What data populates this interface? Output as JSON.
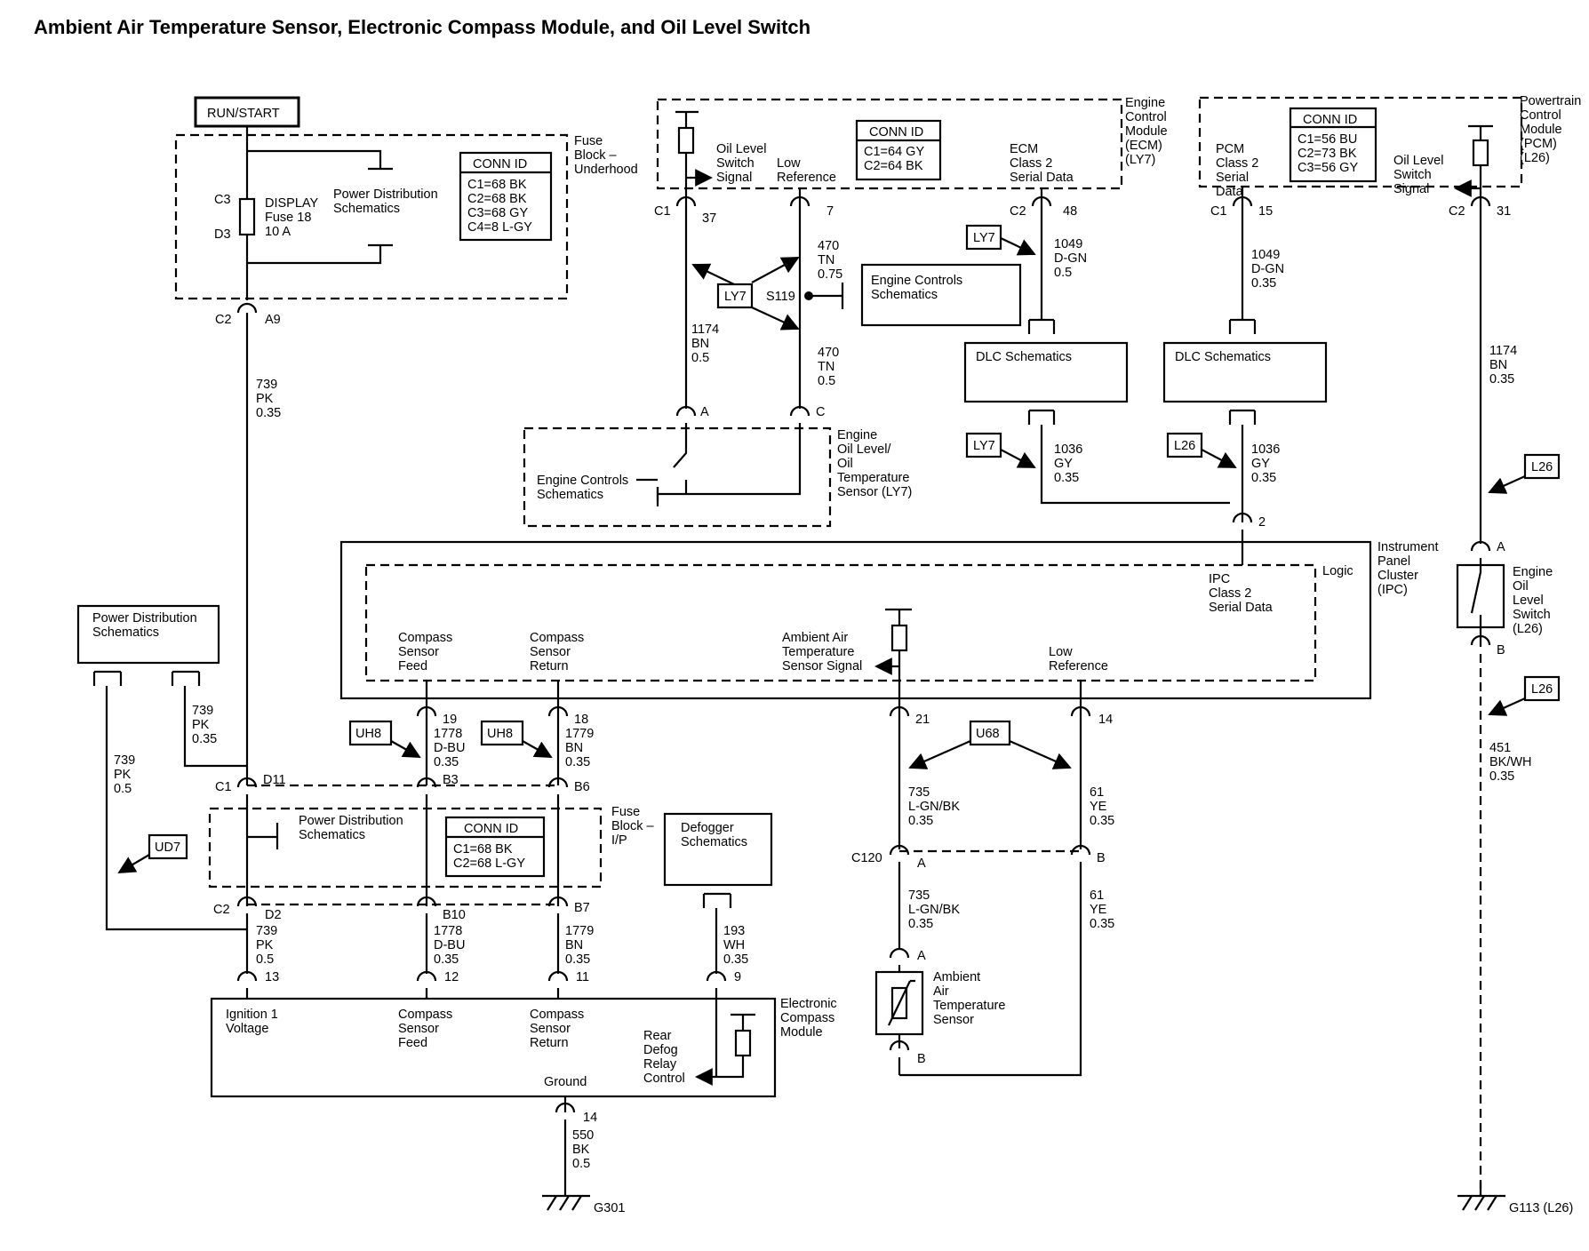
{
  "title": "Ambient Air Temperature Sensor, Electronic Compass Module, and Oil Level Switch",
  "run_start": "RUN/START",
  "fuse_block_underhood": {
    "label": [
      "Fuse",
      "Block –",
      "Underhood"
    ],
    "fuse": [
      "DISPLAY",
      "Fuse 18",
      "10 A"
    ],
    "c3": "C3",
    "d3": "D3",
    "pd_ref": [
      "Power Distribution",
      "Schematics"
    ],
    "conn_title": "CONN ID",
    "conn": [
      "C1=68 BK",
      "C2=68 BK",
      "C3=68 GY",
      "C4=8 L-GY"
    ],
    "out_conn": "C2",
    "out_pin": "A9"
  },
  "wire_739_top": [
    "739",
    "PK",
    "0.35"
  ],
  "ecm": {
    "label": [
      "Engine",
      "Control",
      "Module",
      "(ECM)",
      "(LY7)"
    ],
    "conn_title": "CONN ID",
    "conn": [
      "C1=64 GY",
      "C2=64 BK"
    ],
    "oil_signal": [
      "Oil Level",
      "Switch",
      "Signal"
    ],
    "low_ref": [
      "Low",
      "Reference"
    ],
    "class2": [
      "ECM",
      "Class 2",
      "Serial Data"
    ],
    "c1": "C1",
    "p37": "37",
    "p7": "7",
    "c2": "C2",
    "p48": "48"
  },
  "pcm": {
    "label": [
      "Powertrain",
      "Control",
      "Module",
      "(PCM)",
      "(L26)"
    ],
    "conn_title": "CONN ID",
    "conn": [
      "C1=56 BU",
      "C2=73 BK",
      "C3=56 GY"
    ],
    "class2": [
      "PCM",
      "Class 2",
      "Serial",
      "Data"
    ],
    "oil_signal": [
      "Oil Level",
      "Switch",
      "Signal"
    ],
    "c1": "C1",
    "p15": "15",
    "c2": "C2",
    "p31": "31"
  },
  "ly7": "LY7",
  "l26": "L26",
  "s119": "S119",
  "wire_470a": [
    "470",
    "TN",
    "0.75"
  ],
  "wire_470b": [
    "470",
    "TN",
    "0.5"
  ],
  "wire_1174a": [
    "1174",
    "BN",
    "0.5"
  ],
  "engine_controls_ref": [
    "Engine Controls",
    "Schematics"
  ],
  "oil_sensor": {
    "pin_a": "A",
    "pin_c": "C",
    "label": [
      "Engine",
      "Oil Level/",
      "Oil",
      "Temperature",
      "Sensor (LY7)"
    ],
    "ref": [
      "Engine Controls",
      "Schematics"
    ]
  },
  "wire_1049a": [
    "1049",
    "D-GN",
    "0.5"
  ],
  "wire_1049b": [
    "1049",
    "D-GN",
    "0.35"
  ],
  "dlc": "DLC Schematics",
  "wire_1036a": [
    "1036",
    "GY",
    "0.35"
  ],
  "wire_1036b": [
    "1036",
    "GY",
    "0.35"
  ],
  "wire_1174b": [
    "1174",
    "BN",
    "0.35"
  ],
  "ipc": {
    "pin2": "2",
    "label": [
      "Instrument",
      "Panel",
      "Cluster",
      "(IPC)"
    ],
    "logic": "Logic",
    "class2": [
      "IPC",
      "Class 2",
      "Serial Data"
    ],
    "csf": [
      "Compass",
      "Sensor",
      "Feed"
    ],
    "csr": [
      "Compass",
      "Sensor",
      "Return"
    ],
    "aats": [
      "Ambient Air",
      "Temperature",
      "Sensor Signal"
    ],
    "lowref": [
      "Low",
      "Reference"
    ],
    "p19": "19",
    "p18": "18",
    "p21": "21",
    "p14": "14"
  },
  "oil_switch": {
    "pin_a": "A",
    "pin_b": "B",
    "label": [
      "Engine",
      "Oil",
      "Level",
      "Switch",
      "(L26)"
    ]
  },
  "pd_left": [
    "Power Distribution",
    "Schematics"
  ],
  "wire_739_l": [
    "739",
    "PK",
    "0.35"
  ],
  "wire_739_05": [
    "739",
    "PK",
    "0.5"
  ],
  "ud7": "UD7",
  "uh8": "UH8",
  "u68": "U68",
  "wire_1778a": [
    "1778",
    "D-BU",
    "0.35"
  ],
  "wire_1779a": [
    "1779",
    "BN",
    "0.35"
  ],
  "wire_735a": [
    "735",
    "L-GN/BK",
    "0.35"
  ],
  "wire_61a": [
    "61",
    "YE",
    "0.35"
  ],
  "wire_451": [
    "451",
    "BK/WH",
    "0.35"
  ],
  "fuse_block_ip": {
    "label": [
      "Fuse",
      "Block –",
      "I/P"
    ],
    "c1": "C1",
    "d11": "D11",
    "b3": "B3",
    "b6": "B6",
    "c2": "C2",
    "d2": "D2",
    "b10": "B10",
    "b7": "B7",
    "pd_ref": [
      "Power Distribution",
      "Schematics"
    ],
    "conn_title": "CONN ID",
    "conn": [
      "C1=68 BK",
      "C2=68 L-GY"
    ]
  },
  "defogger": [
    "Defogger",
    "Schematics"
  ],
  "c120": "C120",
  "c120_a": "A",
  "c120_b": "B",
  "wire_739_b": [
    "739",
    "PK",
    "0.5"
  ],
  "wire_1778b": [
    "1778",
    "D-BU",
    "0.35"
  ],
  "wire_1779b": [
    "1779",
    "BN",
    "0.35"
  ],
  "wire_193": [
    "193",
    "WH",
    "0.35"
  ],
  "wire_735b": [
    "735",
    "L-GN/BK",
    "0.35"
  ],
  "wire_61b": [
    "61",
    "YE",
    "0.35"
  ],
  "ecm_module": {
    "label": [
      "Electronic",
      "Compass",
      "Module"
    ],
    "ign": [
      "Ignition 1",
      "Voltage"
    ],
    "csf": [
      "Compass",
      "Sensor",
      "Feed"
    ],
    "csr": [
      "Compass",
      "Sensor",
      "Return"
    ],
    "rear": [
      "Rear",
      "Defog",
      "Relay",
      "Control"
    ],
    "ground": "Ground",
    "p13": "13",
    "p12": "12",
    "p11": "11",
    "p9": "9",
    "p14": "14"
  },
  "aat_sensor": {
    "pin_a": "A",
    "pin_b": "B",
    "label": [
      "Ambient",
      "Air",
      "Temperature",
      "Sensor"
    ]
  },
  "wire_550": [
    "550",
    "BK",
    "0.5"
  ],
  "g301": "G301",
  "g113": "G113 (L26)"
}
